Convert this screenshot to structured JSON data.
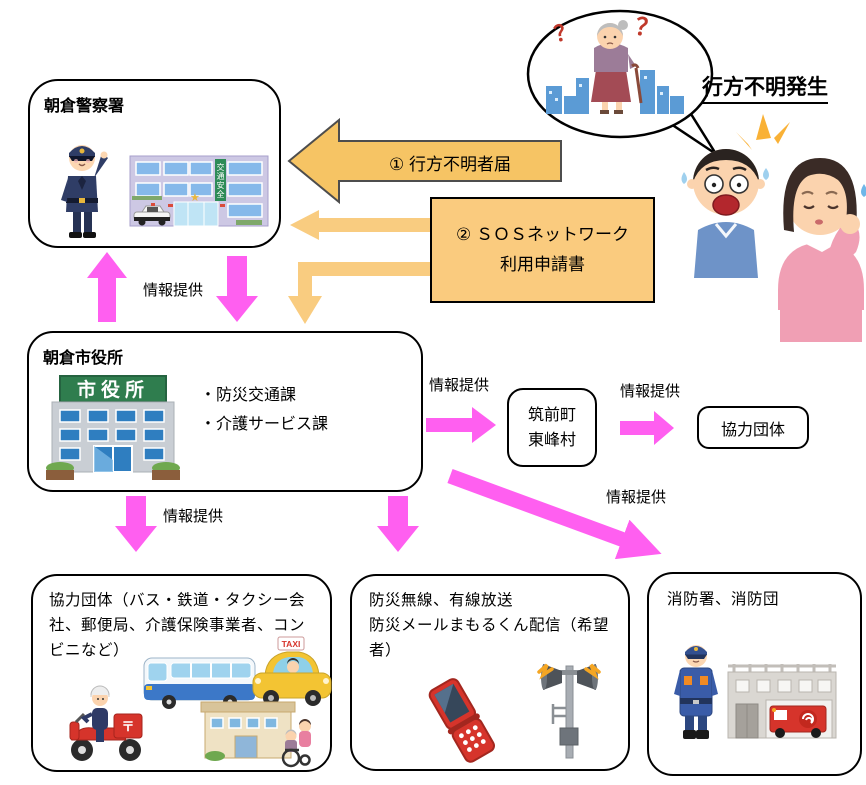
{
  "labels": {
    "info_provision": "情報提供"
  },
  "police": {
    "title": "朝倉警察署",
    "building_sign": "交通安全"
  },
  "incident_label": "行方不明発生",
  "flow": {
    "step1_label": "① 行方不明者届",
    "step2_line1": "② ＳＯＳネットワーク",
    "step2_line2": "利用申請書"
  },
  "city_hall": {
    "title": "朝倉市役所",
    "building_sign": "市役所",
    "bullets": [
      "・防災交通課",
      "・介護サービス課"
    ]
  },
  "chikuzen_toho": {
    "line1": "筑前町",
    "line2": "東峰村"
  },
  "coop_group": {
    "label": "協力団体"
  },
  "coop_detail": {
    "text": "協力団体（バス・鉄道・タクシー会社、郵便局、介護保険事業者、コンビニなど）"
  },
  "broadcast": {
    "line1": "防災無線、有線放送",
    "line2": "防災メールまもるくん配信（希望者）"
  },
  "fire": {
    "title": "消防署、消防団"
  },
  "illustrations": {
    "taxi_sign": "TAXI",
    "postal_mark": "〒",
    "police_star": "★",
    "question_mark": "？"
  },
  "colors": {
    "arrow_orange": "#F6C464",
    "arrow_orange_light": "#F9CC80",
    "arrow_pink": "#FF5FF0",
    "sos_box_fill": "#FACB7E",
    "border": "#000000"
  }
}
